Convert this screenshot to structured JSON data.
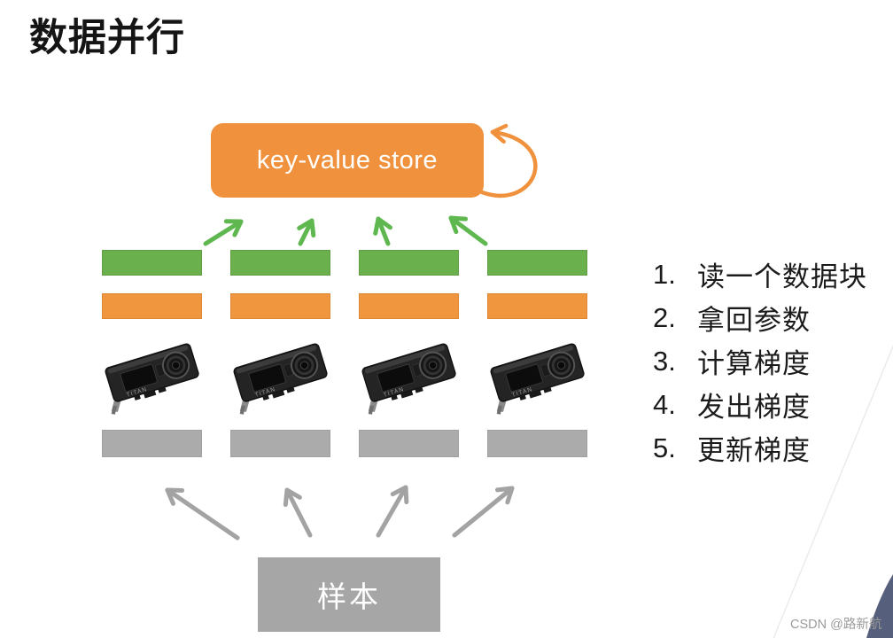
{
  "page": {
    "title": "数据并行"
  },
  "colors": {
    "green": "#6AB04C",
    "orange": "#F0963E",
    "gray": "#ABABAB",
    "green_arrow": "#5FB84F",
    "gray_arrow": "#A3A3A3",
    "kv_box": "#F0923D",
    "samples_box": "#A6A6A6",
    "wedge": "#565F7C"
  },
  "kv_store": {
    "label": "key-value store"
  },
  "samples": {
    "label": "样本"
  },
  "gpu": {
    "brand_text": "TITAN",
    "count": 4
  },
  "steps": [
    {
      "num": "1.",
      "text": "读一个数据块"
    },
    {
      "num": "2.",
      "text": "拿回参数"
    },
    {
      "num": "3.",
      "text": "计算梯度"
    },
    {
      "num": "4.",
      "text": "发出梯度"
    },
    {
      "num": "5.",
      "text": "更新梯度"
    }
  ],
  "watermark": {
    "text": "CSDN @路新航"
  }
}
